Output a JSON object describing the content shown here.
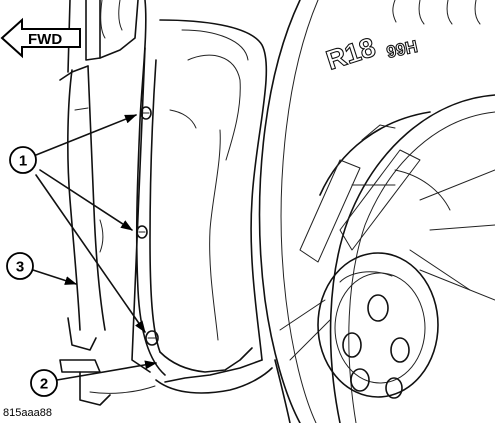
{
  "direction_indicator": {
    "label": "FWD"
  },
  "tire_markings": {
    "size": "R18",
    "load_speed": "99H"
  },
  "callouts": [
    {
      "number": "1"
    },
    {
      "number": "2"
    },
    {
      "number": "3"
    }
  ],
  "figure_code": "815aaa88"
}
